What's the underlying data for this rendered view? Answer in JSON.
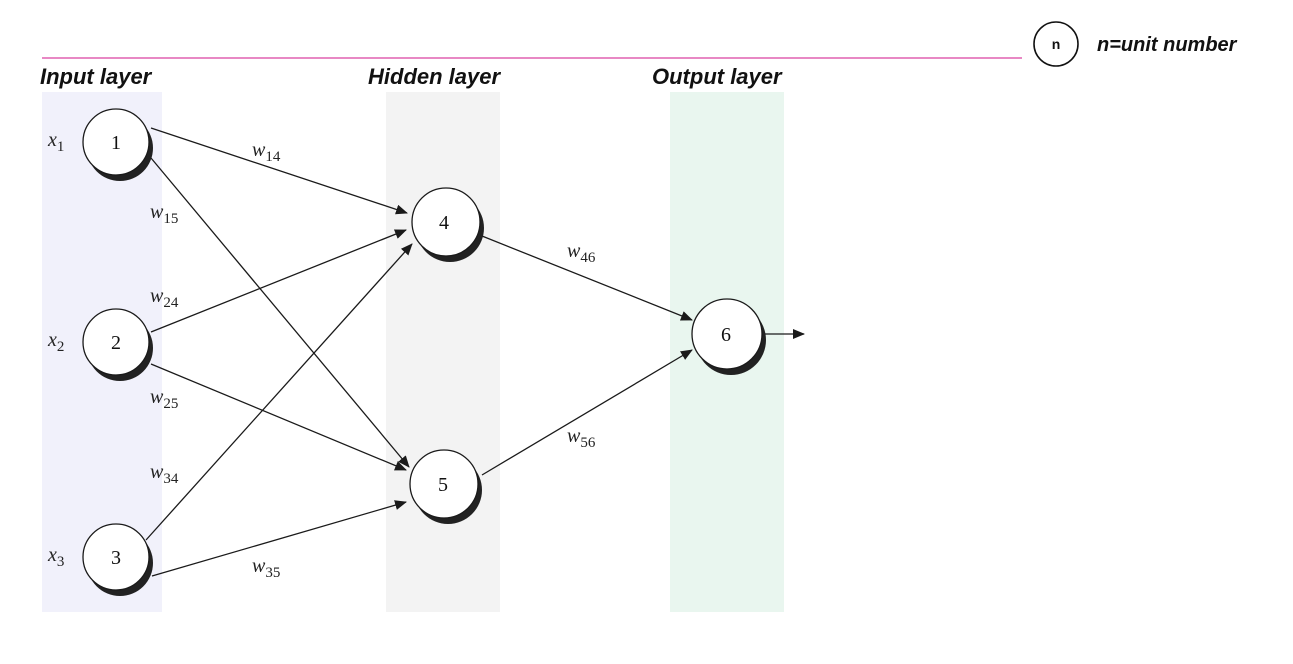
{
  "legend": {
    "symbol": "n",
    "text": "n=unit number"
  },
  "layers": {
    "input": "Input layer",
    "hidden": "Hidden layer",
    "output": "Output layer"
  },
  "colors": {
    "divider": "#e060b0",
    "input_band": "#f1f1fb",
    "hidden_band": "#f3f3f3",
    "output_band": "#e9f6ef"
  },
  "units": [
    "1",
    "2",
    "3",
    "4",
    "5",
    "6"
  ],
  "inputs": [
    {
      "var": "x",
      "sub": "1"
    },
    {
      "var": "x",
      "sub": "2"
    },
    {
      "var": "x",
      "sub": "3"
    }
  ],
  "weights": [
    {
      "var": "w",
      "sub": "14"
    },
    {
      "var": "w",
      "sub": "15"
    },
    {
      "var": "w",
      "sub": "24"
    },
    {
      "var": "w",
      "sub": "25"
    },
    {
      "var": "w",
      "sub": "34"
    },
    {
      "var": "w",
      "sub": "35"
    },
    {
      "var": "w",
      "sub": "46"
    },
    {
      "var": "w",
      "sub": "56"
    }
  ]
}
